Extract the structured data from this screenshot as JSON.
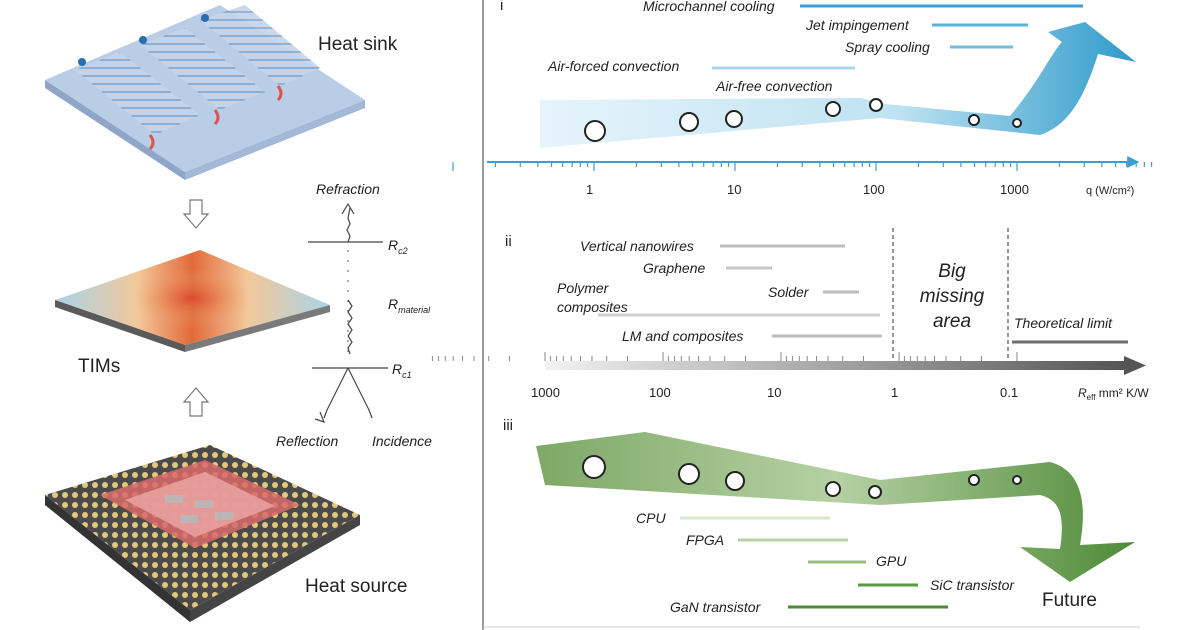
{
  "left": {
    "heat_sink": "Heat sink",
    "tims": "TIMs",
    "heat_source": "Heat source",
    "refraction": "Refraction",
    "reflection": "Reflection",
    "incidence": "Incidence",
    "r_base": "R",
    "r_c2_sub": "c2",
    "r_material_sub": "material",
    "r_c1_sub": "c1"
  },
  "panel1": {
    "roman": "i",
    "methods": [
      "Microchannel cooling",
      "Jet impingement",
      "Spray cooling",
      "Air-forced convection",
      "Air-free convection"
    ],
    "ticks": [
      "1",
      "10",
      "100",
      "1000"
    ],
    "axis_label": "q (W/cm²)"
  },
  "panel2": {
    "roman": "ii",
    "materials": [
      "Vertical nanowires",
      "Graphene",
      "Solder",
      "Polymer",
      "composites",
      "LM and composites"
    ],
    "missing_area": [
      "Big",
      "missing",
      "area"
    ],
    "theoretical_limit": "Theoretical limit",
    "ticks": [
      "1000",
      "100",
      "10",
      "1",
      "0.1"
    ],
    "axis_label_base": "R",
    "axis_label_sub": "eff",
    "axis_label_unit": " mm² K/W"
  },
  "panel3": {
    "roman": "iii",
    "devices": [
      "CPU",
      "FPGA",
      "GPU",
      "SiC transistor",
      "GaN transistor"
    ],
    "future": "Future"
  },
  "colors": {
    "panel1_accent": "#2f9acb",
    "panel3_accent": "#5e9a45",
    "gray_bar": "#bdbdbd",
    "dark_bar": "#6d6d6d"
  }
}
